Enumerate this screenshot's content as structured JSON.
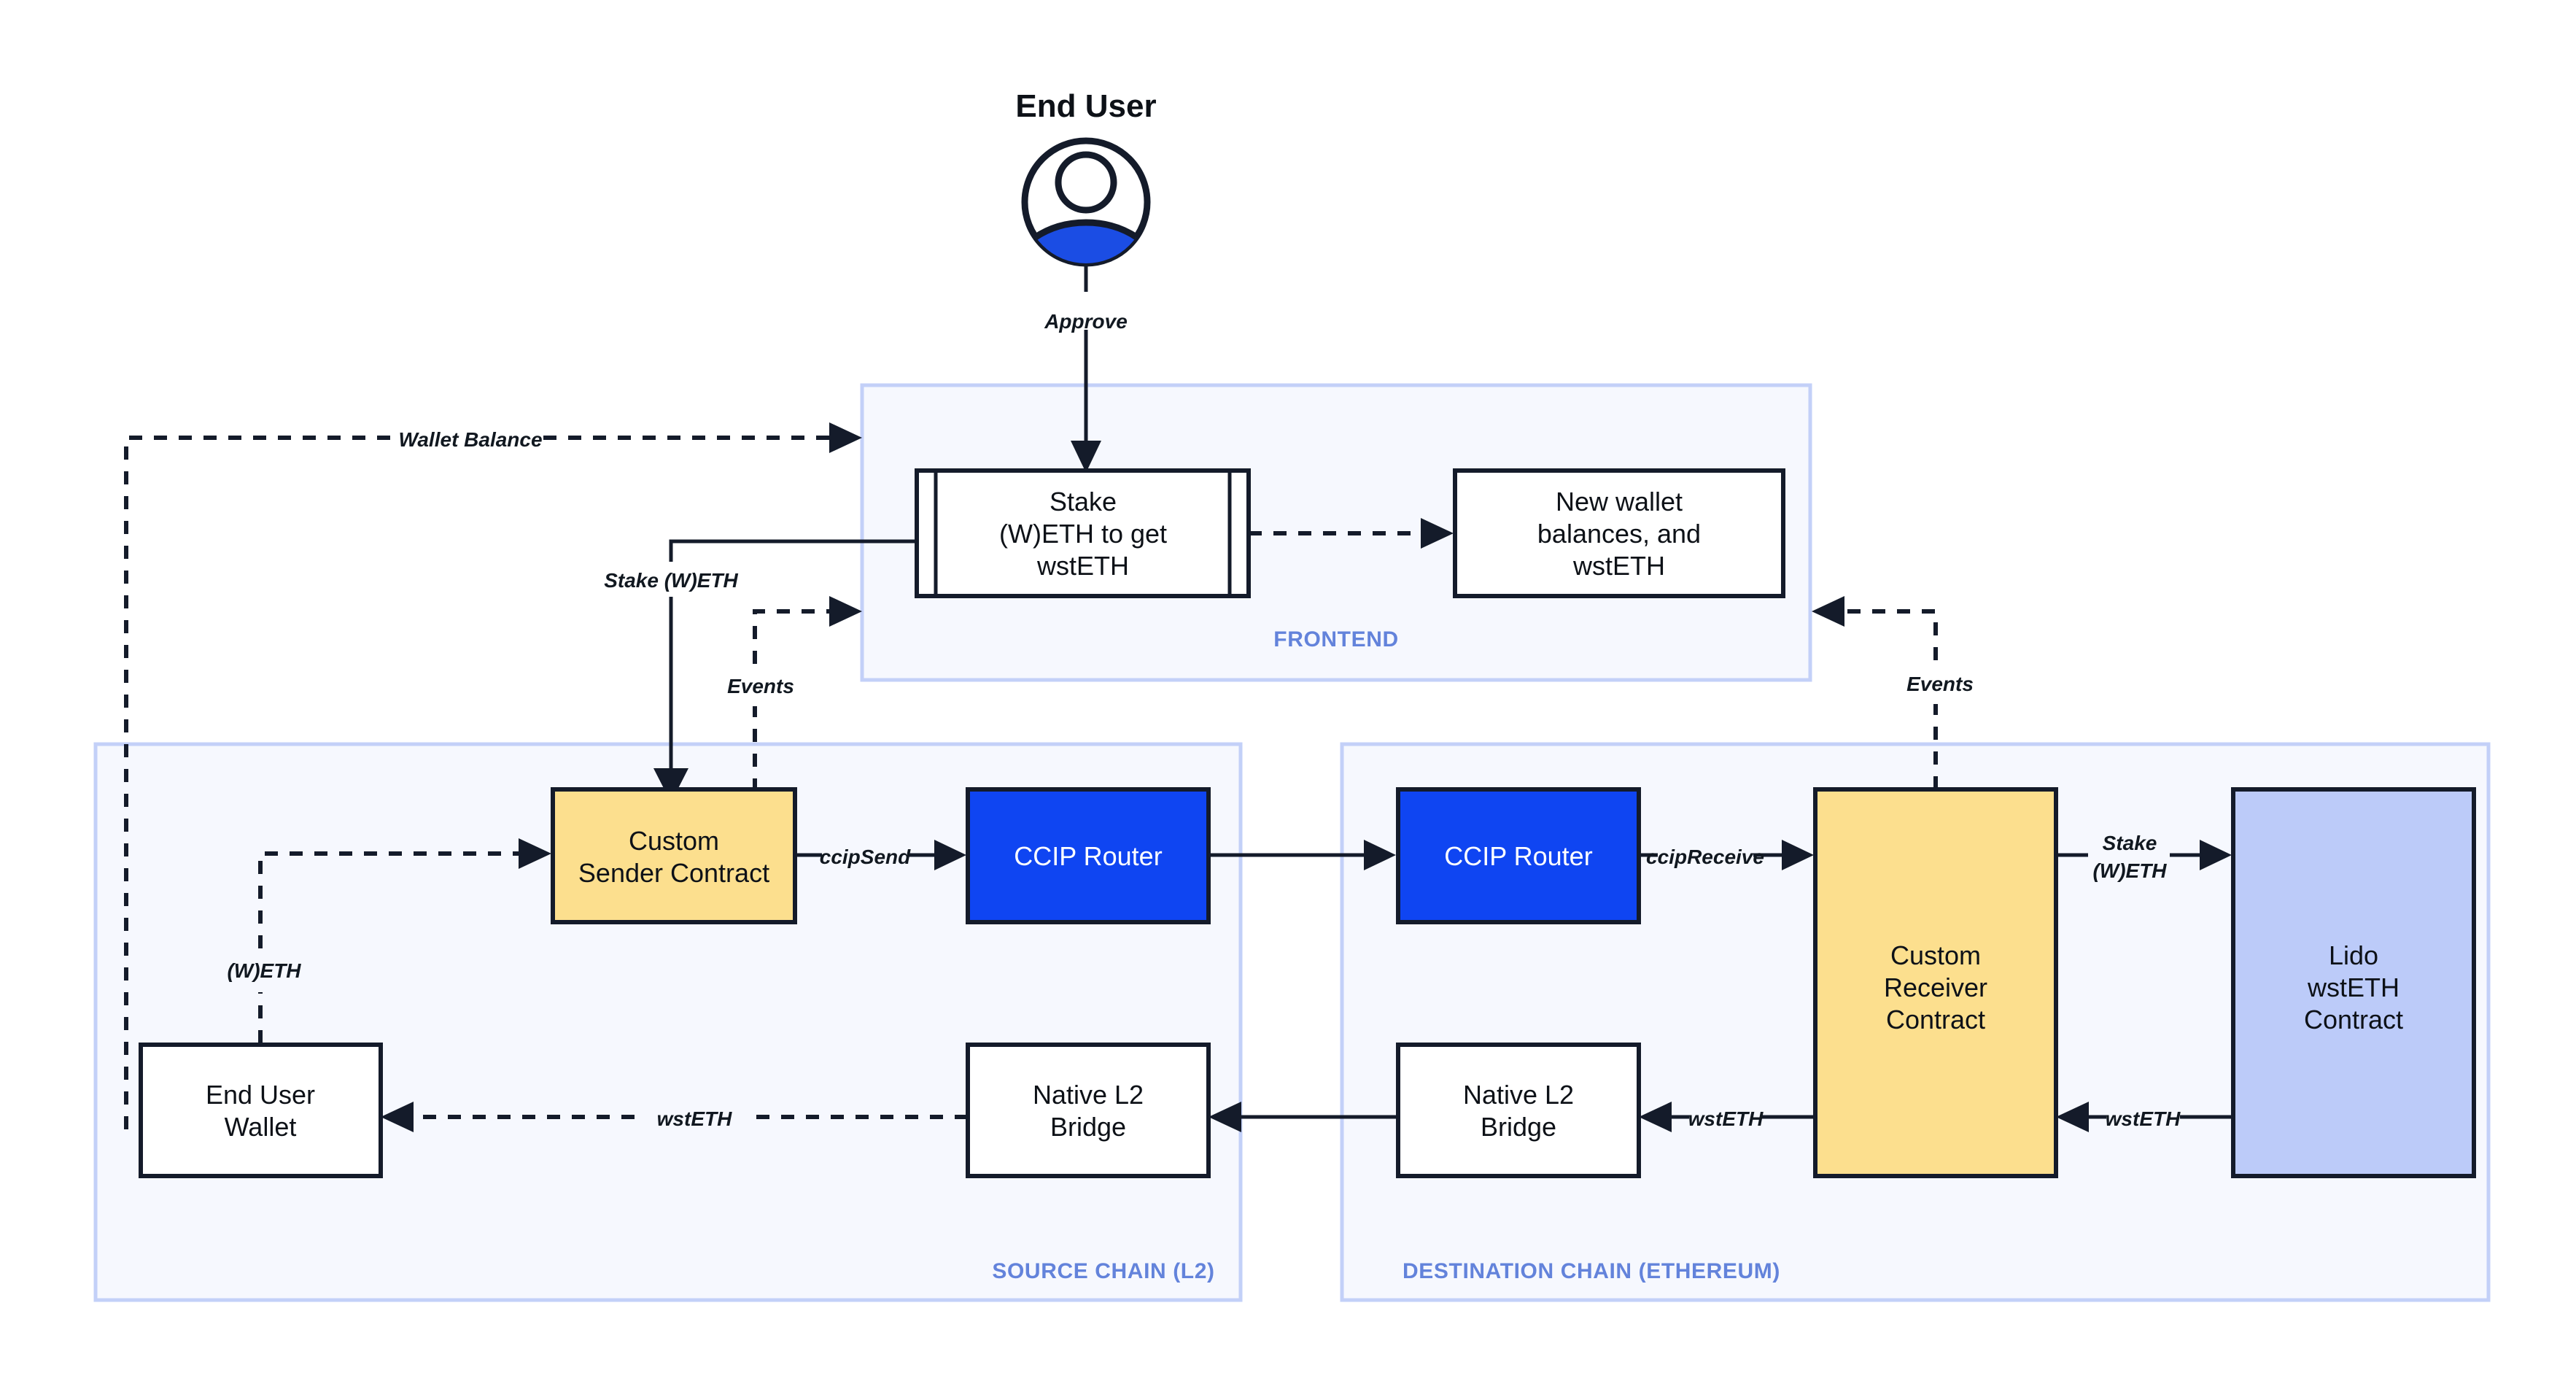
{
  "diagram": {
    "title": "End User",
    "actor": {
      "label": "End User",
      "icon": "user-avatar-icon"
    },
    "colors": {
      "accent_blue": "#0F45F2",
      "zone_label": "#6383DB",
      "zone_fill": "#F6F8FE",
      "zone_border": "#C3D0F8",
      "contract_yellow": "#FCDF8E",
      "lido_lilac": "#BCCBF9",
      "stroke": "#141b2a"
    },
    "zones": [
      {
        "id": "frontend",
        "label": "FRONTEND"
      },
      {
        "id": "source",
        "label": "SOURCE CHAIN (L2)"
      },
      {
        "id": "destination",
        "label": "DESTINATION CHAIN (ETHEREUM)"
      }
    ],
    "nodes": [
      {
        "id": "stake-ui",
        "zone": "frontend",
        "lines": [
          "Stake",
          "(W)ETH to get",
          "wstETH"
        ],
        "shape": "process",
        "fill": "white"
      },
      {
        "id": "new-balances",
        "zone": "frontend",
        "lines": [
          "New wallet",
          "balances, and",
          "wstETH"
        ],
        "shape": "rect",
        "fill": "white"
      },
      {
        "id": "custom-sender",
        "zone": "source",
        "lines": [
          "Custom",
          "Sender Contract"
        ],
        "shape": "rect",
        "fill": "yellow"
      },
      {
        "id": "ccip-router-src",
        "zone": "source",
        "lines": [
          "CCIP Router"
        ],
        "shape": "rect",
        "fill": "blue"
      },
      {
        "id": "end-user-wallet",
        "zone": "source",
        "lines": [
          "End User",
          "Wallet"
        ],
        "shape": "rect",
        "fill": "white"
      },
      {
        "id": "native-bridge-src",
        "zone": "source",
        "lines": [
          "Native L2",
          "Bridge"
        ],
        "shape": "rect",
        "fill": "white"
      },
      {
        "id": "ccip-router-dst",
        "zone": "destination",
        "lines": [
          "CCIP Router"
        ],
        "shape": "rect",
        "fill": "blue"
      },
      {
        "id": "custom-receiver",
        "zone": "destination",
        "lines": [
          "Custom",
          "Receiver",
          "Contract"
        ],
        "shape": "rect",
        "fill": "yellow"
      },
      {
        "id": "lido-wsteth",
        "zone": "destination",
        "lines": [
          "Lido",
          "wstETH",
          "Contract"
        ],
        "shape": "rect",
        "fill": "lilac"
      },
      {
        "id": "native-bridge-dst",
        "zone": "destination",
        "lines": [
          "Native L2",
          "Bridge"
        ],
        "shape": "rect",
        "fill": "white"
      }
    ],
    "edges": [
      {
        "id": "approve",
        "label": "Approve",
        "from": "end-user",
        "to": "stake-ui",
        "style": "solid"
      },
      {
        "id": "wallet-balance",
        "label": "Wallet Balance",
        "from": "end-user-wallet",
        "to": "stake-ui",
        "style": "dashed"
      },
      {
        "id": "new-balances",
        "label": "",
        "from": "stake-ui",
        "to": "new-balances",
        "style": "dashed"
      },
      {
        "id": "stake-weth",
        "label": "Stake (W)ETH",
        "from": "stake-ui",
        "to": "custom-sender",
        "style": "solid"
      },
      {
        "id": "events-src",
        "label": "Events",
        "from": "custom-sender",
        "to": "stake-ui",
        "style": "dashed"
      },
      {
        "id": "weth-in",
        "label": "(W)ETH",
        "from": "end-user-wallet",
        "to": "custom-sender",
        "style": "dashed"
      },
      {
        "id": "ccipsend",
        "label": "ccipSend",
        "from": "custom-sender",
        "to": "ccip-router-src",
        "style": "solid"
      },
      {
        "id": "ccip-hop",
        "label": "",
        "from": "ccip-router-src",
        "to": "ccip-router-dst",
        "style": "solid"
      },
      {
        "id": "ccipreceive",
        "label": "ccipReceive",
        "from": "ccip-router-dst",
        "to": "custom-receiver",
        "style": "solid"
      },
      {
        "id": "stake-weth-dst",
        "label": "Stake\n(W)ETH",
        "from": "custom-receiver",
        "to": "lido-wsteth",
        "style": "solid"
      },
      {
        "id": "wsteth-lido",
        "label": "wstETH",
        "from": "lido-wsteth",
        "to": "custom-receiver",
        "style": "solid"
      },
      {
        "id": "wsteth-bridge",
        "label": "wstETH",
        "from": "custom-receiver",
        "to": "native-bridge-dst",
        "style": "solid"
      },
      {
        "id": "bridge-hop",
        "label": "",
        "from": "native-bridge-dst",
        "to": "native-bridge-src",
        "style": "solid"
      },
      {
        "id": "wsteth-wallet",
        "label": "wstETH",
        "from": "native-bridge-src",
        "to": "end-user-wallet",
        "style": "dashed"
      },
      {
        "id": "events-dst",
        "label": "Events",
        "from": "custom-receiver",
        "to": "new-balances",
        "style": "dashed"
      }
    ],
    "labels": {
      "approve": "Approve",
      "wallet_balance": "Wallet Balance",
      "stake_weth": "Stake (W)ETH",
      "events_left": "Events",
      "events_right": "Events",
      "weth": "(W)ETH",
      "ccipsend": "ccipSend",
      "ccipreceive": "ccipReceive",
      "stake_dst_line1": "Stake",
      "stake_dst_line2": "(W)ETH",
      "wsteth_bridge": "wstETH",
      "wsteth_lido": "wstETH",
      "wsteth_wallet": "wstETH"
    },
    "node_text": {
      "stake_ui_l1": "Stake",
      "stake_ui_l2": "(W)ETH to get",
      "stake_ui_l3": "wstETH",
      "new_bal_l1": "New wallet",
      "new_bal_l2": "balances, and",
      "new_bal_l3": "wstETH",
      "sender_l1": "Custom",
      "sender_l2": "Sender Contract",
      "router_src": "CCIP Router",
      "router_dst": "CCIP Router",
      "wallet_l1": "End User",
      "wallet_l2": "Wallet",
      "bridge_src_l1": "Native L2",
      "bridge_src_l2": "Bridge",
      "bridge_dst_l1": "Native L2",
      "bridge_dst_l2": "Bridge",
      "receiver_l1": "Custom",
      "receiver_l2": "Receiver",
      "receiver_l3": "Contract",
      "lido_l1": "Lido",
      "lido_l2": "wstETH",
      "lido_l3": "Contract"
    },
    "zone_labels": {
      "frontend": "FRONTEND",
      "source": "SOURCE CHAIN (L2)",
      "destination": "DESTINATION CHAIN (ETHEREUM)"
    }
  }
}
